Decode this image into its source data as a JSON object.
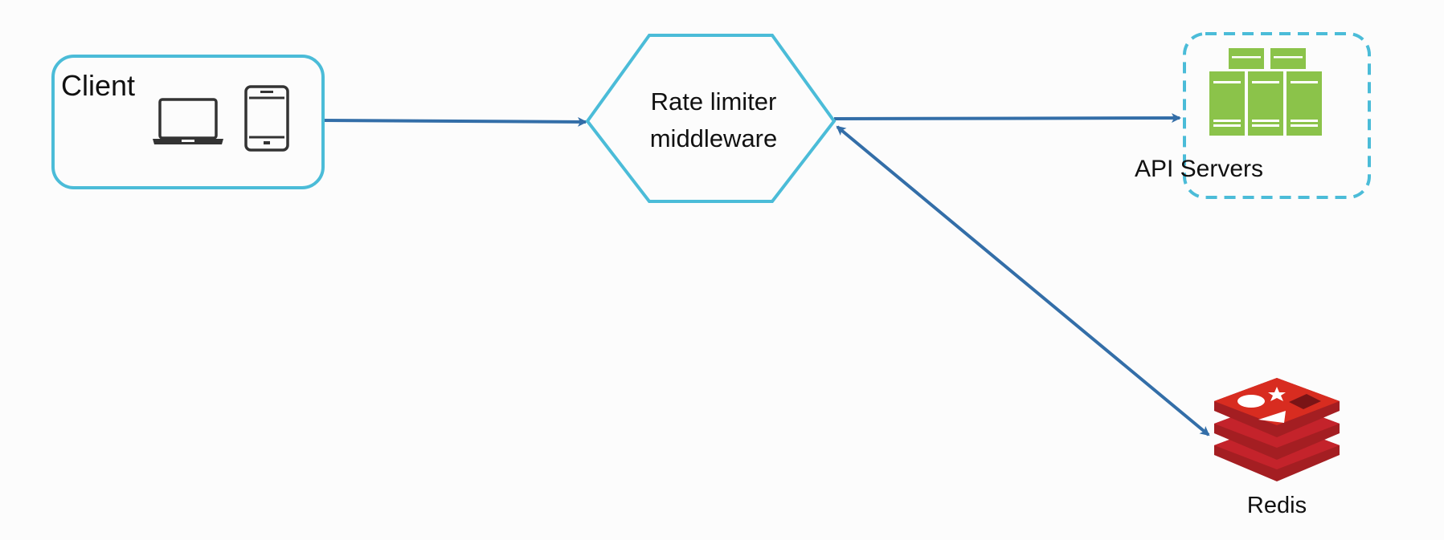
{
  "nodes": {
    "client": {
      "label": "Client"
    },
    "rate_limiter": {
      "line1": "Rate limiter",
      "line2": "middleware"
    },
    "api_servers": {
      "label": "API Servers"
    },
    "redis": {
      "label": "Redis"
    }
  },
  "edges": [
    {
      "from": "client",
      "to": "rate_limiter",
      "direction": "forward"
    },
    {
      "from": "rate_limiter",
      "to": "api_servers",
      "direction": "forward"
    },
    {
      "from": "rate_limiter",
      "to": "redis",
      "direction": "both"
    }
  ],
  "colors": {
    "node_border": "#4bbcd8",
    "arrow": "#336ea8",
    "server_green": "#8bc34a",
    "redis_red": "#c4232b",
    "device_dark": "#333333"
  },
  "icons": {
    "client_devices": [
      "laptop-icon",
      "tablet-icon"
    ],
    "api_servers": "server-rack-icon",
    "redis": "redis-logo-icon"
  }
}
